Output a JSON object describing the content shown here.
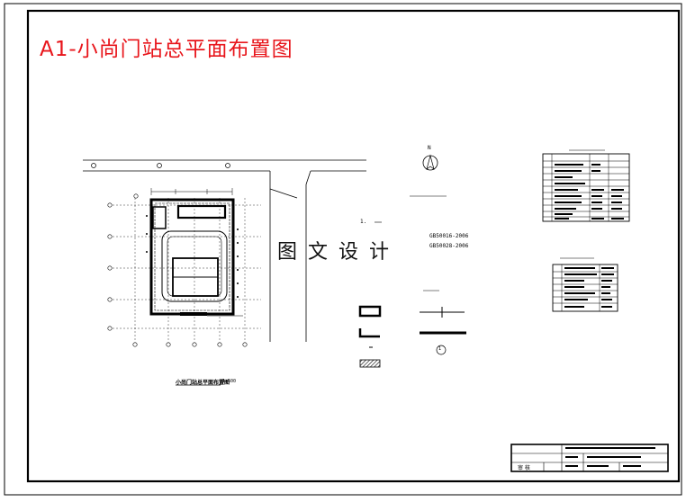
{
  "drawing": {
    "title": "A1-小尚门站总平面布置图",
    "watermark": "图文设计",
    "north_mark": "N",
    "ref_code_1": "GB50016-2006",
    "ref_code_2": "GB50028-2006",
    "note_number": "1.",
    "circle_symbol_number": "1",
    "plan_caption": "小尚门站总平面布置图",
    "plan_scale": "1:500",
    "dim_marks": [
      "1",
      "2",
      "3",
      "4",
      "5",
      "6"
    ],
    "title_block_table_mark": "审 核"
  },
  "colors": {
    "title": "#e8151b",
    "frame": "#000000",
    "paper": "#ffffff"
  }
}
